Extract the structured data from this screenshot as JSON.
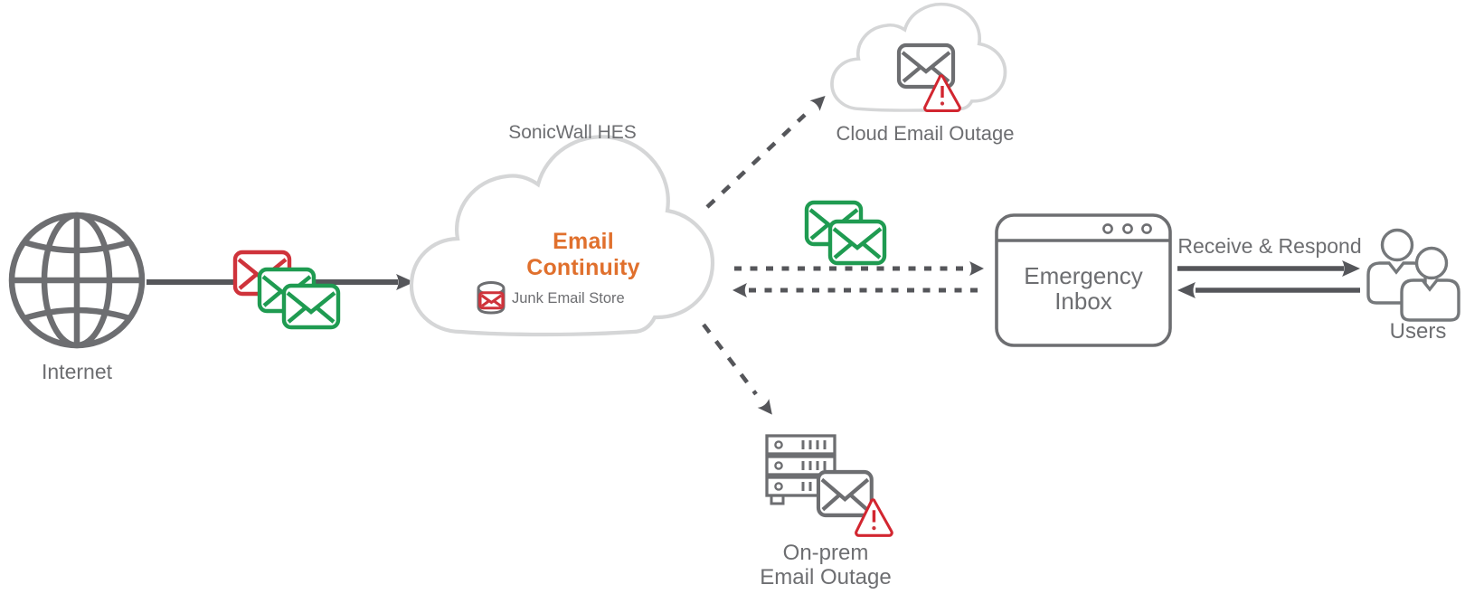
{
  "colors": {
    "icon_gray": "#6d6e71",
    "arrow_gray": "#55565a",
    "cloud_light_gray": "#d5d6d7",
    "brand_orange": "#e0702d",
    "mail_green": "#1f9b51",
    "alert_red": "#cf333b"
  },
  "nodes": {
    "internet": {
      "label": "Internet"
    },
    "hes_cloud": {
      "caption": "SonicWall HES",
      "title": "Email Continuity",
      "store_label": "Junk Email Store"
    },
    "cloud_outage": {
      "label": "Cloud Email Outage"
    },
    "emergency_inbox": {
      "label": "Emergency\nInbox"
    },
    "onprem_outage": {
      "label": "On-prem\nEmail Outage"
    },
    "users": {
      "label": "Users"
    }
  },
  "flows": {
    "receive_respond_label": "Receive & Respond"
  },
  "icons": {
    "internet-globe-icon": "wireframe globe",
    "mail-envelope-icon": "outlined envelope",
    "junk-email-store-icon": "database cylinder with red envelope",
    "hes-cloud-icon": "large cloud outline",
    "cloud-outage-icon": "cloud with envelope and warning triangle",
    "warning-triangle-icon": "red triangle with exclamation mark",
    "emergency-inbox-window-icon": "rounded browser window with three dots",
    "server-rack-icon": "three stacked rack servers",
    "users-icon": "two person outlines",
    "arrow-icon": "solid gray arrow",
    "dashed-arrow-icon": "dashed gray arrow"
  }
}
